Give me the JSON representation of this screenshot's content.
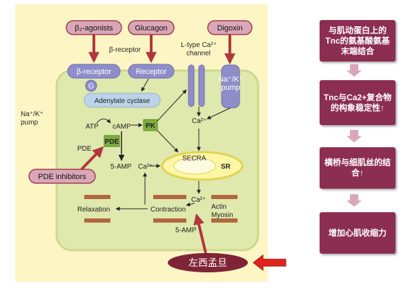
{
  "diagram": {
    "drugs": {
      "b2_agonists": "β₂-agonists",
      "glucagon": "Glucagon",
      "digoxin": "Digoxin",
      "pde_inhibitors": "PDE inhibitors",
      "levosimendan": "左西孟旦"
    },
    "labels": {
      "beta_receptor_top": "β-receptor",
      "beta_receptor": "β-receptor",
      "receptor": "Receptor",
      "g": "G",
      "adenylate_cyclase": "Adenylate cyclase",
      "l_type_1": "L-type Ca²⁺",
      "l_type_2": "channel",
      "na_k_1": "Na⁺/K⁺",
      "na_k_2": "pump",
      "pump_na": "Na⁺/K⁺",
      "pump_word": "pump",
      "atp": "ATP",
      "camp": "cAMP",
      "pk": "PK",
      "pde_text": "PDE",
      "pde_box": "PDE",
      "five_amp": "5-AMP",
      "ca_mid": "Ca²⁺",
      "ca_top": "Ca²⁺",
      "ca_lower": "Ca²⁺",
      "secra": "SECRA",
      "sr": "SR",
      "relaxation": "Relaxation",
      "contraction": "Contraction",
      "actin": "Actin",
      "myosin": "Myosin",
      "five_amp_bottom": "5-AMP"
    },
    "colors": {
      "outer_bg": "#fdf6c4",
      "cell_bg": "#dfe8ad",
      "drug_box": "#d9a7b7",
      "drug_border": "#a33b4f",
      "purple": "#8f8dc9",
      "cyclase": "#bcd4ea",
      "pk_green": "#7fae3e",
      "arrow_red": "#b0373c",
      "levo": "#7f2437"
    }
  },
  "flowchart": {
    "steps": [
      "与肌动蛋白上的Tnc的氨基酸氨基末端结合",
      "Tnc与Ca2+复合物的构象稳定性↑",
      "横桥与细肌丝的结合↑",
      "增加心肌收缩力"
    ]
  }
}
